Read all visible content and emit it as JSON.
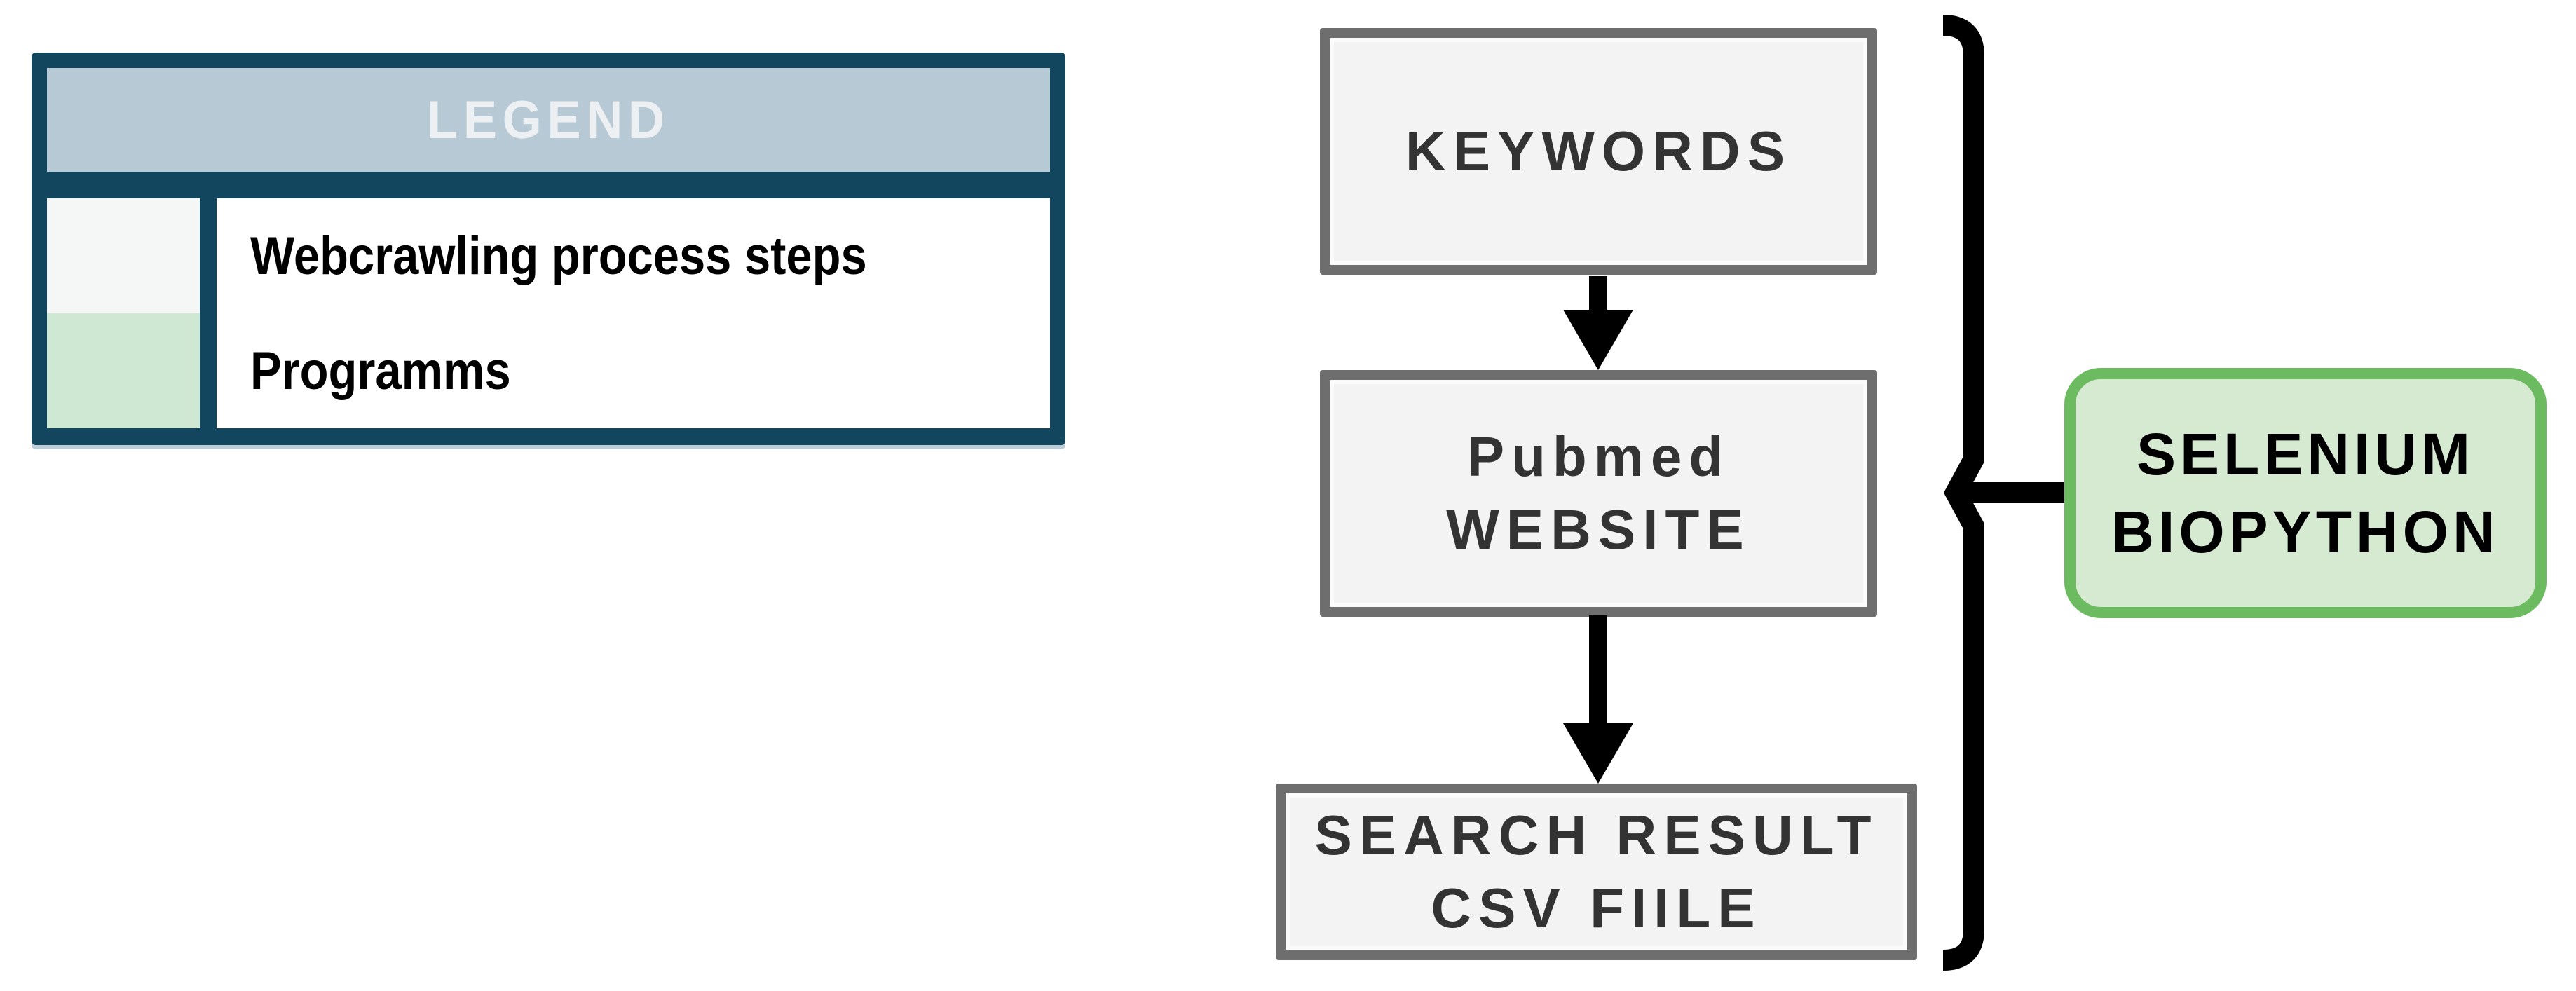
{
  "legend": {
    "header": "LEGEND",
    "items": [
      {
        "label": "Webcrawling process steps",
        "swatch_color": "#f5f6f6"
      },
      {
        "label": "Programms",
        "swatch_color": "#cfe8d4"
      }
    ],
    "colors": {
      "frame": "#12455e",
      "header_bg": "#b7c9d4",
      "header_text": "#edf0f2",
      "panel_bg": "#ffffff",
      "label_text": "#000000"
    }
  },
  "flowchart": {
    "boxes": [
      {
        "id": "keywords",
        "lines": [
          "KEYWORDS"
        ]
      },
      {
        "id": "pubmed-website",
        "lines": [
          "Pubmed",
          "WEBSITE"
        ]
      },
      {
        "id": "search-result-csv",
        "lines": [
          "SEARCH RESULT",
          "CSV FIILE"
        ]
      }
    ],
    "style": {
      "border_color": "#6e6e6e",
      "fill_color": "#f3f3f4",
      "text_color": "#333333",
      "arrow_color": "#000000",
      "brace_color": "#000000"
    }
  },
  "programs_box": {
    "lines": [
      "SELENIUM",
      "BIOPYTHON"
    ],
    "style": {
      "border_color": "#6cbb60",
      "fill_color": "#d6ead2",
      "text_color": "#000000"
    }
  }
}
